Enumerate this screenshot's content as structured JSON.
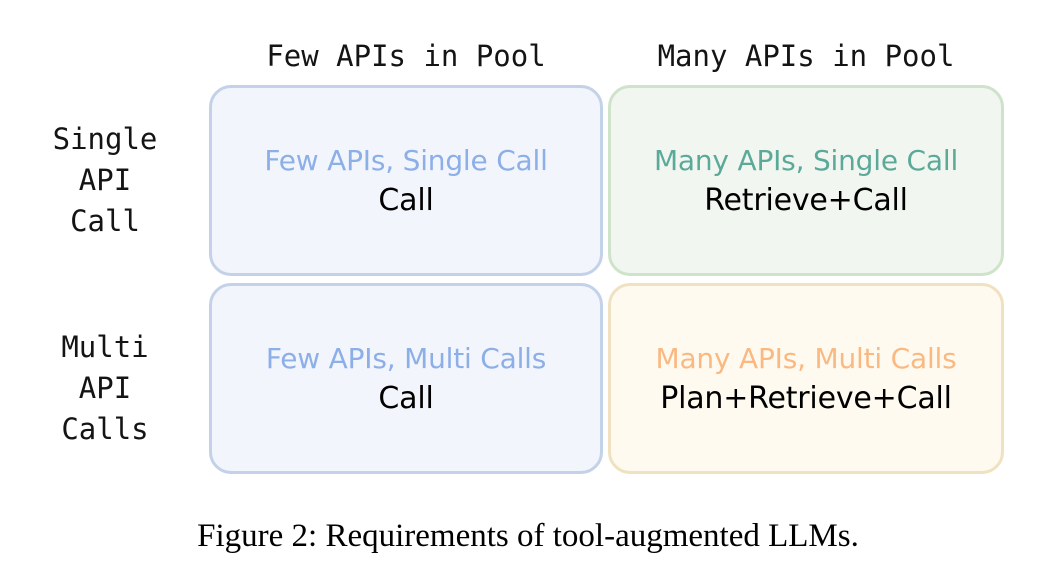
{
  "figure": {
    "caption": "Figure 2: Requirements of tool-augmented LLMs.",
    "column_headers": [
      {
        "id": "few",
        "label": "Few APIs in Pool"
      },
      {
        "id": "many",
        "label": "Many APIs in Pool"
      }
    ],
    "row_headers": [
      {
        "id": "single",
        "lines": [
          "Single",
          "API",
          "Call"
        ]
      },
      {
        "id": "multi",
        "lines": [
          "Multi",
          "API",
          "Calls"
        ]
      }
    ],
    "quadrants": [
      {
        "id": "few-single",
        "title": "Few APIs, Single Call",
        "body": "Call",
        "title_color": "#8CAFE8",
        "fill_color": "#F2F5FC",
        "border_color": "#C3D2E8"
      },
      {
        "id": "many-single",
        "title": "Many APIs, Single Call",
        "body": "Retrieve+Call",
        "title_color": "#5CA99A",
        "fill_color": "#F1F7F0",
        "border_color": "#CFE3CB"
      },
      {
        "id": "few-multi",
        "title": "Few APIs, Multi Calls",
        "body": "Call",
        "title_color": "#8CAFE8",
        "fill_color": "#F2F5FC",
        "border_color": "#C3D2E8"
      },
      {
        "id": "many-multi",
        "title": "Many APIs, Multi Calls",
        "body": "Plan+Retrieve+Call",
        "title_color": "#FBB982",
        "fill_color": "#FEFAF0",
        "border_color": "#F0E2C0"
      }
    ]
  }
}
